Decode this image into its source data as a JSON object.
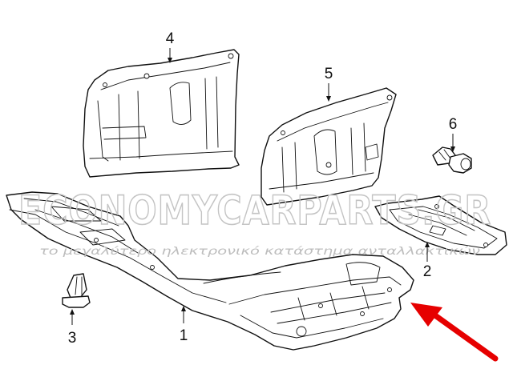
{
  "diagram": {
    "callouts": [
      {
        "id": "1",
        "label": "1"
      },
      {
        "id": "2",
        "label": "2"
      },
      {
        "id": "3",
        "label": "3"
      },
      {
        "id": "4",
        "label": "4"
      },
      {
        "id": "5",
        "label": "5"
      },
      {
        "id": "6",
        "label": "6"
      }
    ],
    "watermark": {
      "brand": "ECONOMYCARPARTS.GR",
      "tagline": "το μεγαλύτερο ηλεκτρονικό κατάστημα ανταλλακτικών"
    },
    "colors": {
      "line": "#111111",
      "background": "#ffffff",
      "watermark": "#c4c4c4",
      "arrow": "#e60000"
    }
  }
}
